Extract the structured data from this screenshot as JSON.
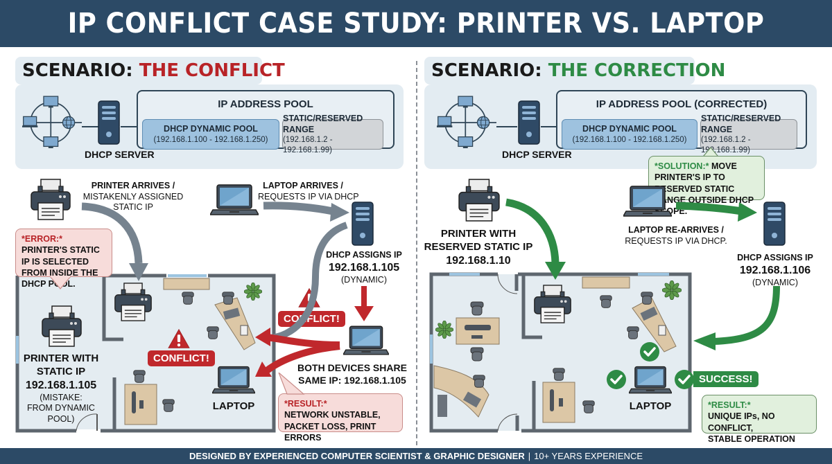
{
  "title": "IP CONFLICT CASE STUDY: PRINTER VS. LAPTOP",
  "footer": {
    "credit": "DESIGNED BY EXPERIENCED COMPUTER SCIENTIST & GRAPHIC DESIGNER",
    "separator": "|",
    "experience": "10+ YEARS EXPERIENCE"
  },
  "colors": {
    "header_bg": "#2c4a66",
    "conflict_red": "#b82327",
    "success_green": "#2e8b45",
    "dynamic_pool": "#9ec2df",
    "static_range": "#d2d5d8",
    "panel_bg": "#e3ecf2"
  },
  "left": {
    "scenario_prefix": "SCENARIO:",
    "scenario_name": "THE CONFLICT",
    "network": {
      "server_label": "DHCP SERVER",
      "pool_title": "IP ADDRESS POOL",
      "dynamic_pool": {
        "name": "DHCP DYNAMIC POOL",
        "range": "(192.168.1.100 - 192.168.1.250)"
      },
      "static_range": {
        "name": "STATIC/RESERVED RANGE",
        "range": "(192.168.1.2 - 192.168.1.99)"
      }
    },
    "printer_arrives": {
      "line1": "PRINTER ARRIVES /",
      "line2": "MISTAKENLY ASSIGNED",
      "line3": "STATIC IP"
    },
    "laptop_arrives": {
      "line1": "LAPTOP ARRIVES /",
      "line2": "REQUESTS IP VIA DHCP"
    },
    "dhcp_assigns": {
      "line1": "DHCP ASSIGNS IP",
      "ip": "192.168.1.105",
      "note": "(DYNAMIC)"
    },
    "error_callout": {
      "tag": "*ERROR:*",
      "text": "PRINTER'S STATIC IP IS SELECTED FROM INSIDE THE DHCP POOL."
    },
    "printer_static": {
      "line1": "PRINTER WITH",
      "line2": "STATIC IP",
      "ip": "192.168.1.105",
      "note1": "(MISTAKE:",
      "note2": "FROM DYNAMIC",
      "note3": "POOL)"
    },
    "conflict_badges": [
      "CONFLICT!",
      "CONFLICT!"
    ],
    "laptop_label": "LAPTOP",
    "shared_ip": {
      "line1": "BOTH DEVICES SHARE",
      "line2": "SAME IP: 192.168.1.105"
    },
    "result_callout": {
      "tag": "*RESULT:*",
      "line1": "NETWORK UNSTABLE,",
      "line2": "PACKET LOSS, PRINT ERRORS"
    }
  },
  "right": {
    "scenario_prefix": "SCENARIO:",
    "scenario_name": "THE CORRECTION",
    "network": {
      "server_label": "DHCP SERVER",
      "pool_title": "IP ADDRESS POOL (CORRECTED)",
      "dynamic_pool": {
        "name": "DHCP DYNAMIC POOL",
        "range": "(192.168.1.100 - 192.168.1.250)"
      },
      "static_range": {
        "name": "STATIC/RESERVED RANGE",
        "range": "(192.168.1.2 - 192.168.1.99)"
      }
    },
    "solution_callout": {
      "tag": "*SOLUTION:*",
      "text": "MOVE PRINTER'S IP TO RESERVED STATIC RANGE OUTSIDE DHCP SCOPE."
    },
    "printer_reserved": {
      "line1": "PRINTER WITH",
      "line2": "RESERVED STATIC IP",
      "ip": "192.168.1.10"
    },
    "laptop_rearrives": {
      "line1": "LAPTOP RE-ARRIVES /",
      "line2": "REQUESTS IP VIA DHCP."
    },
    "dhcp_assigns": {
      "line1": "DHCP ASSIGNS IP",
      "ip": "192.168.1.106",
      "note": "(DYNAMIC)"
    },
    "success_badge": "SUCCESS!",
    "laptop_label": "LAPTOP",
    "result_callout": {
      "tag": "*RESULT:*",
      "line1": "UNIQUE IPs, NO CONFLICT,",
      "line2": "STABLE OPERATION"
    }
  }
}
